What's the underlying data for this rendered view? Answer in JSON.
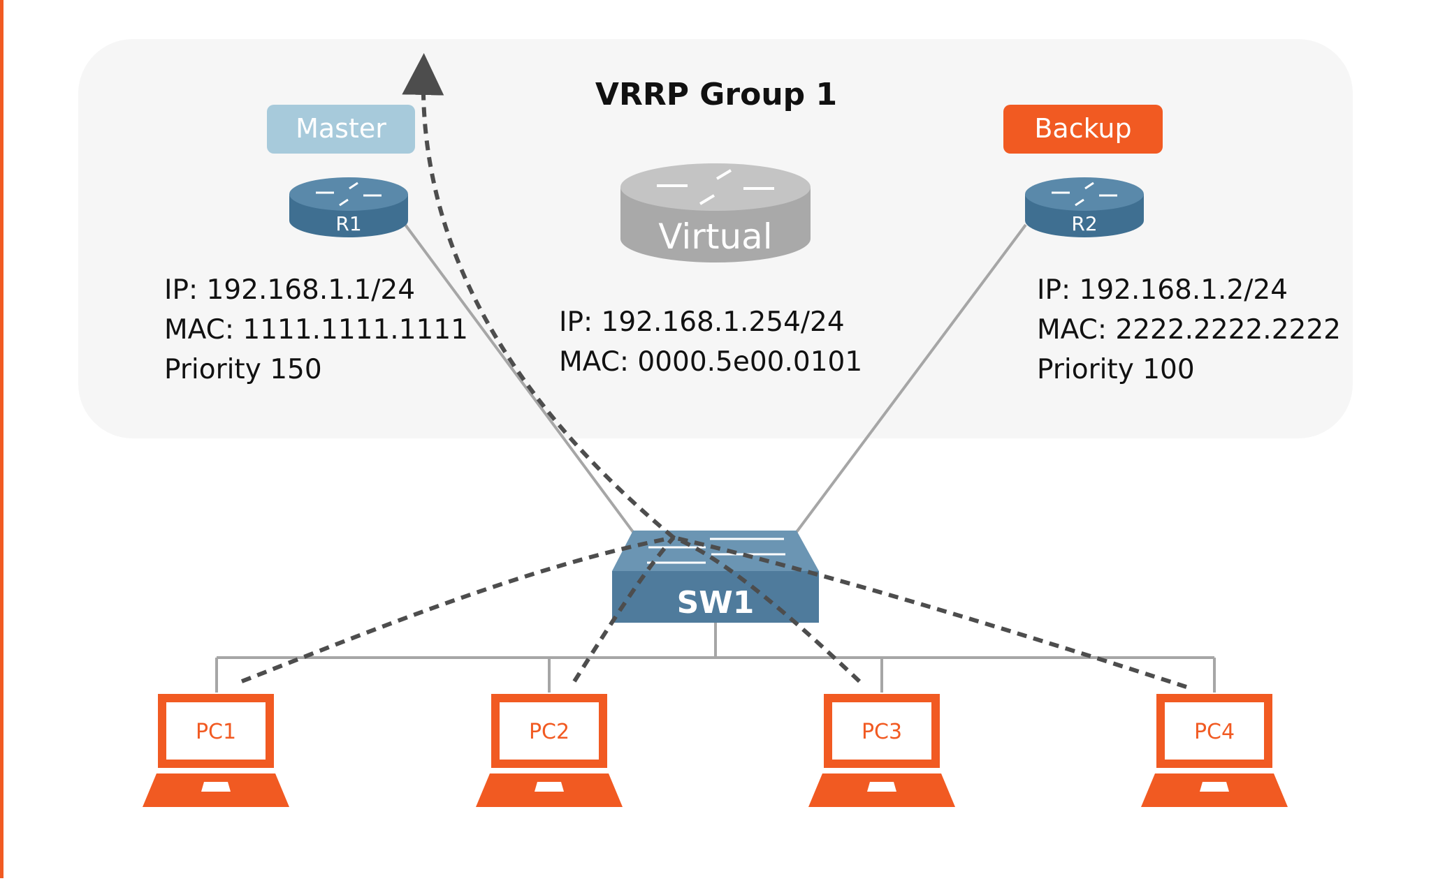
{
  "group_title": "VRRP Group 1",
  "master_router": {
    "role": "Master",
    "name": "R1",
    "ip": "IP: 192.168.1.1/24",
    "mac": "MAC: 1111.1111.1111",
    "priority": "Priority 150"
  },
  "virtual_router": {
    "name": "Virtual",
    "ip": "IP: 192.168.1.254/24",
    "mac": "MAC: 0000.5e00.0101"
  },
  "backup_router": {
    "role": "Backup",
    "name": "R2",
    "ip": "IP: 192.168.1.2/24",
    "mac": "MAC: 2222.2222.2222",
    "priority": "Priority 100"
  },
  "switch": {
    "name": "SW1"
  },
  "pcs": [
    {
      "name": "PC1"
    },
    {
      "name": "PC2"
    },
    {
      "name": "PC3"
    },
    {
      "name": "PC4"
    }
  ],
  "colors": {
    "accent_orange": "#f15a22",
    "router_blue": "#3f6f91",
    "master_badge": "#a7cadb",
    "virtual_gray": "#a9a9a9",
    "panel_bg": "#f6f6f6",
    "dashed_path": "#4d4d4d"
  }
}
